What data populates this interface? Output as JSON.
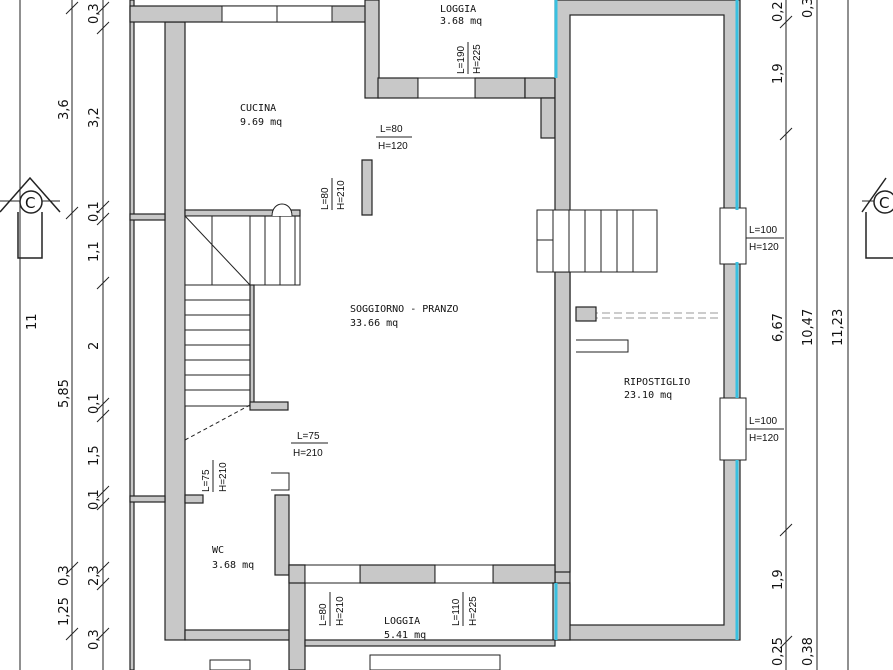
{
  "rooms": {
    "loggia_top": {
      "name": "LOGGIA",
      "area": "3.68 mq"
    },
    "cucina": {
      "name": "CUCINA",
      "area": "9.69 mq"
    },
    "soggiorno": {
      "name": "SOGGIORNO - PRANZO",
      "area": "33.66 mq"
    },
    "ripostiglio": {
      "name": "RIPOSTIGLIO",
      "area": "23.10 mq"
    },
    "wc": {
      "name": "WC",
      "area": "3.68 mq"
    },
    "loggia_bottom": {
      "name": "LOGGIA",
      "area": "5.41 mq"
    }
  },
  "doors": {
    "d1": {
      "l": "L=190",
      "h": "H=225"
    },
    "d2": {
      "l": "L=80",
      "h": "H=120"
    },
    "d3": {
      "l": "L=80",
      "h": "H=210"
    },
    "d4": {
      "l": "L=100",
      "h": "H=120"
    },
    "d5": {
      "l": "L=100",
      "h": "H=120"
    },
    "d6": {
      "l": "L=75",
      "h": "H=210"
    },
    "d7": {
      "l": "L=75",
      "h": "H=210"
    },
    "d8": {
      "l": "L=80",
      "h": "H=210"
    },
    "d9": {
      "l": "L=110",
      "h": "H=225"
    }
  },
  "left_dims": {
    "outer": [
      "11"
    ],
    "middle": [
      "3,6",
      "5,85",
      "1,25"
    ],
    "inner": [
      "0,3",
      "3,2",
      "0,1",
      "1,1",
      "2",
      "0,1",
      "1,5",
      "0,1",
      "2,3",
      "0,3",
      "0,3"
    ]
  },
  "right_dims": {
    "inner": [
      "0,2",
      "1,9",
      "6,67",
      "1,9",
      "0,25",
      "0,38"
    ],
    "outer1": [
      "10,47"
    ],
    "outer2": [
      "11,23"
    ],
    "top_corner": "0,3"
  },
  "section_markers": {
    "left": "C",
    "right": "C"
  }
}
